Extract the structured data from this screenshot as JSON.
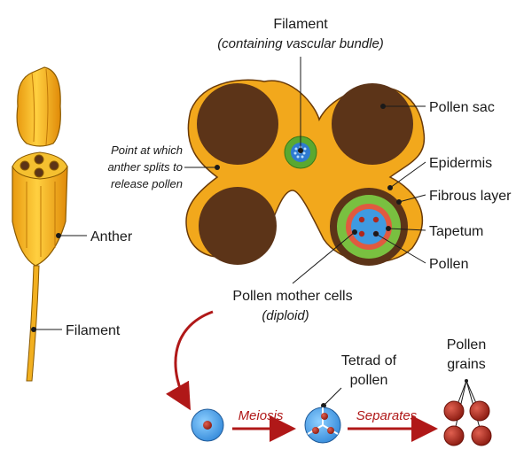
{
  "labels": {
    "filament_top": "Filament",
    "filament_top_sub": "(containing vascular bundle)",
    "pollen_sac": "Pollen sac",
    "split_point_1": "Point at which",
    "split_point_2": "anther splits to",
    "split_point_3": "release pollen",
    "epidermis": "Epidermis",
    "fibrous_layer": "Fibrous layer",
    "tapetum": "Tapetum",
    "pollen": "Pollen",
    "anther": "Anther",
    "filament_left": "Filament",
    "mother_cells": "Pollen mother cells",
    "mother_cells_sub": "(diploid)",
    "tetrad_1": "Tetrad of",
    "tetrad_2": "pollen",
    "grains_1": "Pollen",
    "grains_2": "grains",
    "meiosis": "Meiosis",
    "separates": "Separates"
  },
  "colors": {
    "anther_wall": "#f2a81c",
    "pollen_sac": "#5c3418",
    "fibrous": "#79c040",
    "tapetum": "#e05a40",
    "cell": "#3f9ae0",
    "pollen": "#b0281c",
    "arrow": "#b01818"
  }
}
